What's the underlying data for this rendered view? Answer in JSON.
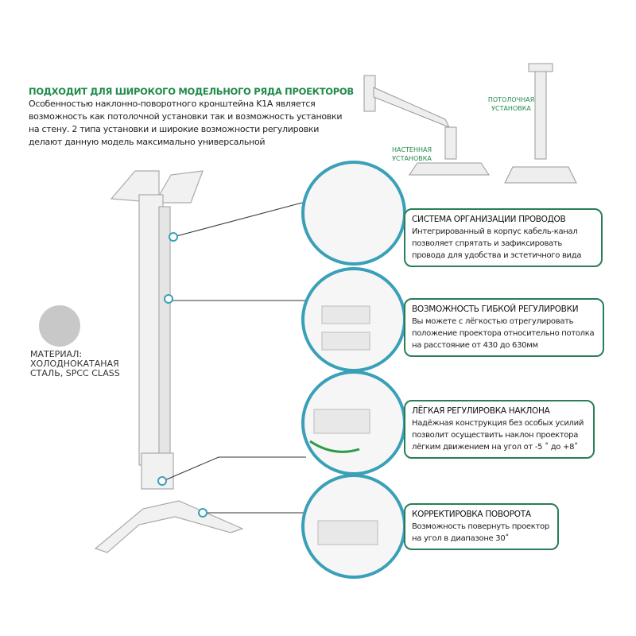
{
  "heading": "ПОДХОДИТ ДЛЯ ШИРОКОГО МОДЕЛЬНОГО РЯДА ПРОЕКТОРОВ",
  "intro": "Особенностью наклонно-поворотного кронштейна K1A является возможность как потолочной установки так и возможность установки на стену. 2 типа установки и широкие возможности регулировки делают данную модель максимально универсальной",
  "install_labels": {
    "wall": "НАСТЕННАЯ УСТАНОВКА",
    "ceiling": "ПОТОЛОЧНАЯ УСТАНОВКА"
  },
  "material": [
    "МАТЕРИАЛ:",
    "ХОЛОДНОКАТАНАЯ",
    "СТАЛЬ, SPCC CLASS"
  ],
  "features": [
    {
      "title": "СИСТЕМА ОРГАНИЗАЦИИ ПРОВОДОВ",
      "text": "Интегрированный в корпус кабель-канал позволяет спрятать и зафиксировать провода для удобства и эстетичного вида"
    },
    {
      "title": "ВОЗМОЖНОСТЬ ГИБКОЙ РЕГУЛИРОВКИ",
      "text": "Вы можете с лёгкостью отрегулировать положение проектора относительно потолка на расстояние от 430 до 630мм"
    },
    {
      "title": "ЛЁГКАЯ РЕГУЛИРОВКА НАКЛОНА",
      "text": "Надёжная конструкция без особых усилий позволит осуществить наклон проектора лёгким движением на угол от -5 ˚ до +8˚"
    },
    {
      "title": "КОРРЕКТИРОВКА ПОВОРОТА",
      "text": "Возможность повернуть проектор на угол в диапазоне 30˚"
    }
  ],
  "colors": {
    "accent": "#2a7d56",
    "heading": "#1f8a4a",
    "ring": "#3aa0b8"
  }
}
